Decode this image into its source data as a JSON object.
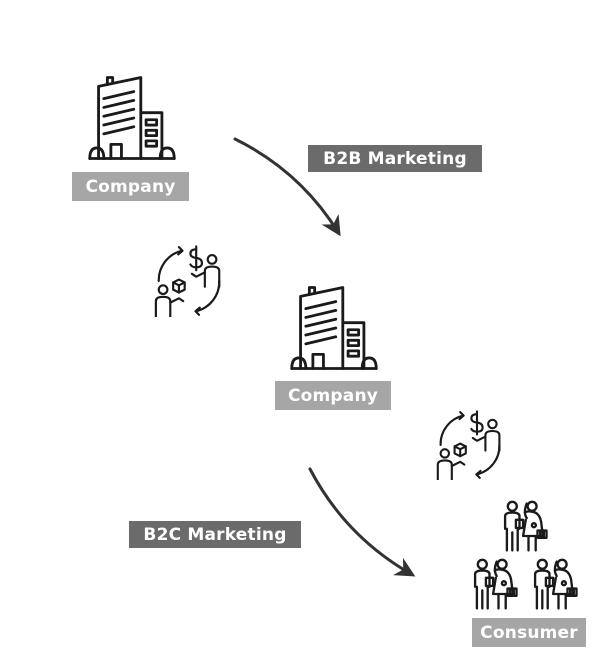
{
  "nodes": {
    "company_top": {
      "label": "Company",
      "icon": "office-building-icon"
    },
    "company_mid": {
      "label": "Company",
      "icon": "office-building-icon"
    },
    "consumer": {
      "label": "Consumer",
      "icon": "shoppers-group-icon"
    }
  },
  "edges": {
    "b2b": {
      "label": "B2B Marketing",
      "icon": "curved-arrow-icon"
    },
    "b2c": {
      "label": "B2C Marketing",
      "icon": "curved-arrow-icon"
    }
  },
  "exchange_icons": [
    "money-goods-exchange-icon",
    "money-goods-exchange-icon"
  ],
  "colors": {
    "label_light": "#a6a6a6",
    "label_dark": "#6b6b6b",
    "icon_stroke": "#1a1a1a",
    "arrow": "#333333"
  }
}
